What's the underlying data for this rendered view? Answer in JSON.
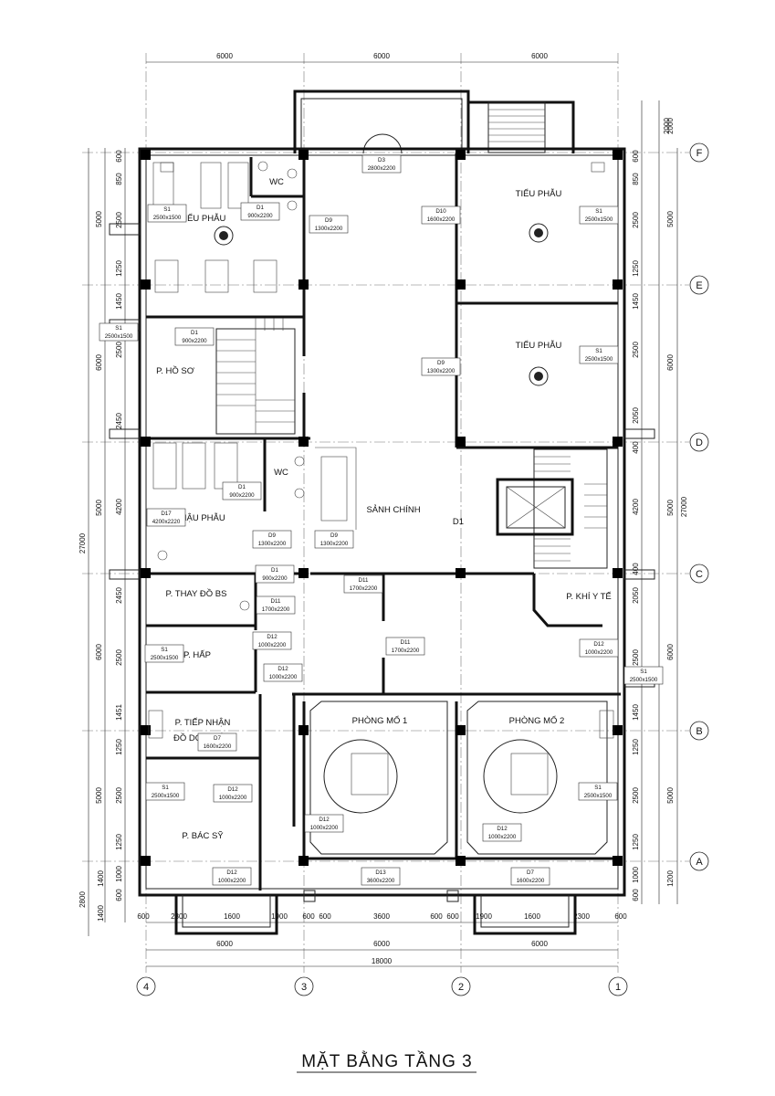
{
  "title": "MẶT BẰNG TẦNG 3",
  "axis_bubbles": {
    "columns": [
      "4",
      "3",
      "2",
      "1"
    ],
    "rows": [
      "F",
      "E",
      "D",
      "C",
      "B",
      "A"
    ]
  },
  "rooms": [
    {
      "key": "tieu-phau-1",
      "label": "TIỂU PHẪU"
    },
    {
      "key": "tieu-phau-2",
      "label": "TIỂU PHẪU"
    },
    {
      "key": "tieu-phau-3",
      "label": "TIỂU PHẪU"
    },
    {
      "key": "wc-1",
      "label": "WC"
    },
    {
      "key": "wc-2",
      "label": "WC"
    },
    {
      "key": "ho-so",
      "label": "P. HỒ SƠ"
    },
    {
      "key": "hau-phau",
      "label": "P. HẬU PHẪU"
    },
    {
      "key": "sanh-chinh",
      "label": "SẢNH CHÍNH"
    },
    {
      "key": "thay-do-bs",
      "label": "P. THAY ĐỒ BS"
    },
    {
      "key": "khi-y-te",
      "label": "P. KHÍ Y TẾ"
    },
    {
      "key": "hap",
      "label": "P. HẤP"
    },
    {
      "key": "tiep-nhan-1",
      "label": "P. TIẾP NHẬN"
    },
    {
      "key": "tiep-nhan-2",
      "label": "ĐỒ DƠ + RỬA"
    },
    {
      "key": "phong-mo-1",
      "label": "PHÒNG MỔ 1"
    },
    {
      "key": "phong-mo-2",
      "label": "PHÒNG MỔ 2"
    },
    {
      "key": "bac-sy",
      "label": "P. BÁC SỸ"
    },
    {
      "key": "d1-lift",
      "label": "D1"
    }
  ],
  "door_tags": [
    {
      "code": "D3",
      "size": "2800x2200"
    },
    {
      "code": "S1",
      "size": "2500x1500"
    },
    {
      "code": "D1",
      "size": "900x2200"
    },
    {
      "code": "D9",
      "size": "1300x2200"
    },
    {
      "code": "D10",
      "size": "1600x2200"
    },
    {
      "code": "S1",
      "size": "2500x1500"
    },
    {
      "code": "S1",
      "size": "2500x1500"
    },
    {
      "code": "D1",
      "size": "900x2200"
    },
    {
      "code": "D9",
      "size": "1300x2200"
    },
    {
      "code": "S1",
      "size": "2500x1500"
    },
    {
      "code": "D1",
      "size": "900x2200"
    },
    {
      "code": "D17",
      "size": "4200x2220"
    },
    {
      "code": "D9",
      "size": "1300x2200"
    },
    {
      "code": "D9",
      "size": "1300x2200"
    },
    {
      "code": "D1",
      "size": "900x2200"
    },
    {
      "code": "D11",
      "size": "1700x2200"
    },
    {
      "code": "D11",
      "size": "1700x2200"
    },
    {
      "code": "D12",
      "size": "1000x2200"
    },
    {
      "code": "S1",
      "size": "2500x1500"
    },
    {
      "code": "D11",
      "size": "1700x2200"
    },
    {
      "code": "D12",
      "size": "1000x2200"
    },
    {
      "code": "D12",
      "size": "1000x2200"
    },
    {
      "code": "S1",
      "size": "2500x1500"
    },
    {
      "code": "D12",
      "size": "1000x2200"
    },
    {
      "code": "S1",
      "size": "2500x1500"
    },
    {
      "code": "D12",
      "size": "1000x2200"
    },
    {
      "code": "S1",
      "size": "2500x1500"
    },
    {
      "code": "D12",
      "size": "1000x2200"
    },
    {
      "code": "D12",
      "size": "1000x2200"
    },
    {
      "code": "D7",
      "size": "1600x2200"
    },
    {
      "code": "D13",
      "size": "3600x2200"
    },
    {
      "code": "D7",
      "size": "1600x2200"
    }
  ],
  "dimensions": {
    "top": [
      "6000",
      "6000",
      "6000"
    ],
    "top_right": [
      "2000"
    ],
    "bottom_detail": [
      "600",
      "2300",
      "1600",
      "1900",
      "600",
      "600",
      "3600",
      "600",
      "600",
      "1900",
      "1600",
      "2300",
      "600"
    ],
    "bottom_bays": [
      "6000",
      "6000",
      "6000"
    ],
    "bottom_total": [
      "18000"
    ],
    "left_detail": [
      "600",
      "850",
      "2500",
      "1250",
      "1450",
      "2500",
      "2450",
      "4200",
      "2450",
      "2500",
      "1451",
      "1250",
      "2500",
      "1250",
      "1400",
      "1000",
      "600",
      "1400"
    ],
    "left_bays": [
      "5000",
      "6000",
      "5000",
      "6000",
      "5000"
    ],
    "left_total": [
      "27000",
      "2800"
    ],
    "right_detail": [
      "600",
      "850",
      "2500",
      "1250",
      "1450",
      "2500",
      "2050",
      "400",
      "4200",
      "400",
      "2050",
      "2500",
      "1450",
      "1250",
      "2500",
      "1250",
      "1000",
      "600"
    ],
    "right_bays": [
      "2000",
      "5000",
      "6000",
      "5000",
      "6000",
      "5000",
      "1200"
    ],
    "right_total": [
      "27000"
    ]
  }
}
